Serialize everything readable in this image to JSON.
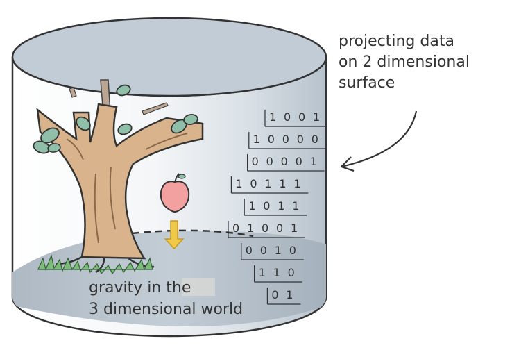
{
  "annotation": {
    "projection_lines": [
      "projecting data",
      "on 2 dimensional",
      "surface"
    ],
    "gravity_lines": [
      "gravity in the",
      "3 dimensional world"
    ]
  },
  "binary_grid": {
    "rows": [
      [
        "",
        "",
        "1",
        "0",
        "0",
        "1"
      ],
      [
        "",
        "1",
        "0",
        "0",
        "0",
        "0"
      ],
      [
        "",
        "0",
        "0",
        "0",
        "0",
        "1"
      ],
      [
        "1",
        "0",
        "1",
        "1",
        "1",
        ""
      ],
      [
        "",
        "1",
        "0",
        "1",
        "1",
        ""
      ],
      [
        "0",
        "1",
        "0",
        "0",
        "1",
        ""
      ],
      [
        "",
        "0",
        "0",
        "1",
        "0",
        ""
      ],
      [
        "",
        "",
        "1",
        "1",
        "0",
        ""
      ],
      [
        "",
        "",
        "",
        "0",
        "1",
        ""
      ]
    ]
  },
  "colors": {
    "cylinder_top": "#c2ccd6",
    "cylinder_floor": "#b9c5cf",
    "tree_trunk": "#d9b38c",
    "leaves": "#8fbfa8",
    "grass": "#7dbb7a",
    "apple": "#f2a0a0",
    "arrow": "#f1c94a",
    "outline": "#333333"
  },
  "icons": [
    "tree-icon",
    "apple-icon",
    "down-arrow-icon",
    "curved-arrow-icon"
  ]
}
